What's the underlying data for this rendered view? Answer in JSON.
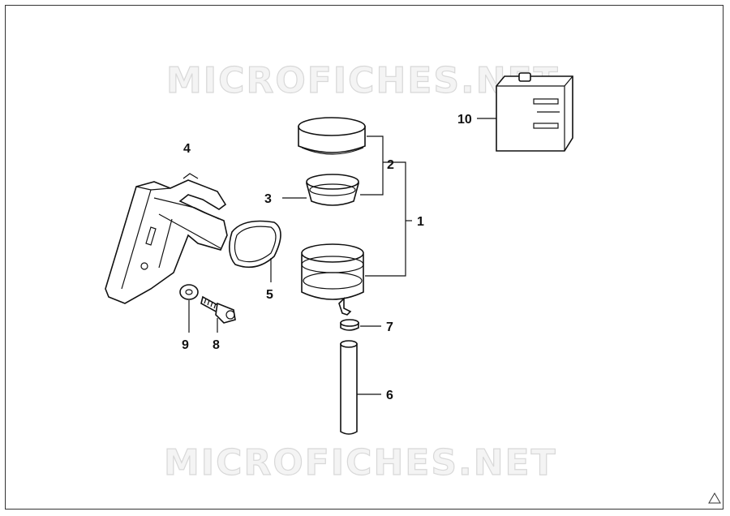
{
  "watermark": {
    "text": "MICROFICHES.NET"
  },
  "callouts": [
    "1",
    "2",
    "3",
    "4",
    "5",
    "6",
    "7",
    "8",
    "9",
    "10"
  ],
  "corner_icon": "warning-triangle-icon",
  "colors": {
    "line": "#111111",
    "watermark": "#d8d8d8",
    "background": "#ffffff"
  }
}
